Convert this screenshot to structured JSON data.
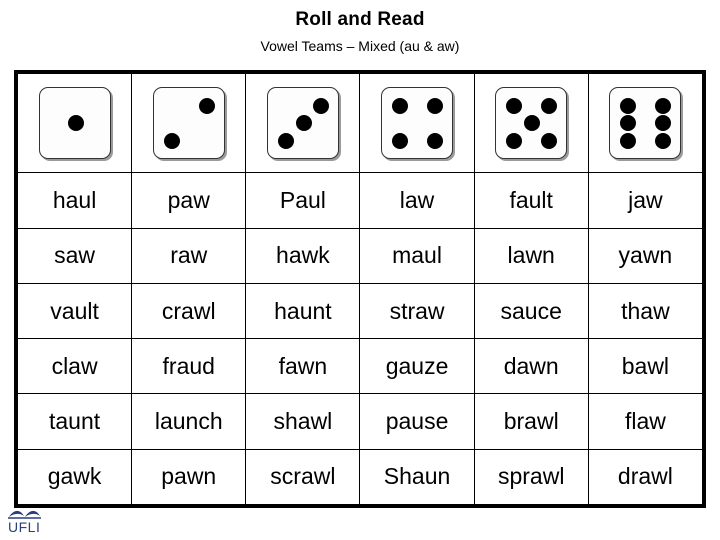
{
  "header": {
    "title": "Roll and Read",
    "subtitle": "Vowel Teams – Mixed (au & aw)"
  },
  "dice_row": [
    {
      "value": 1,
      "name": "die-one",
      "pips": [
        "p-mc"
      ]
    },
    {
      "value": 2,
      "name": "die-two",
      "pips": [
        "p-tr",
        "p-bl"
      ]
    },
    {
      "value": 3,
      "name": "die-three",
      "pips": [
        "p-tr",
        "p-mc",
        "p-bl"
      ]
    },
    {
      "value": 4,
      "name": "die-four",
      "pips": [
        "p-tl",
        "p-tr",
        "p-bl",
        "p-br"
      ]
    },
    {
      "value": 5,
      "name": "die-five",
      "pips": [
        "p-tl",
        "p-tr",
        "p-mc",
        "p-bl",
        "p-br"
      ]
    },
    {
      "value": 6,
      "name": "die-six",
      "pips": [
        "p-tl",
        "p-tr",
        "p-ml",
        "p-mr",
        "p-bl",
        "p-br"
      ]
    }
  ],
  "word_rows": [
    [
      "haul",
      "paw",
      "Paul",
      "law",
      "fault",
      "jaw"
    ],
    [
      "saw",
      "raw",
      "hawk",
      "maul",
      "lawn",
      "yawn"
    ],
    [
      "vault",
      "crawl",
      "haunt",
      "straw",
      "sauce",
      "thaw"
    ],
    [
      "claw",
      "fraud",
      "fawn",
      "gauze",
      "dawn",
      "bawl"
    ],
    [
      "taunt",
      "launch",
      "shawl",
      "pause",
      "brawl",
      "flaw"
    ],
    [
      "gawk",
      "pawn",
      "scrawl",
      "Shaun",
      "sprawl",
      "drawl"
    ]
  ],
  "logo": {
    "text": "UFLI",
    "color": "#2b3f7a"
  },
  "colors": {
    "border": "#000000",
    "pip": "#000000",
    "die_face": "#fdfdfd",
    "die_shadow": "#9a9a9a",
    "text": "#000000"
  }
}
